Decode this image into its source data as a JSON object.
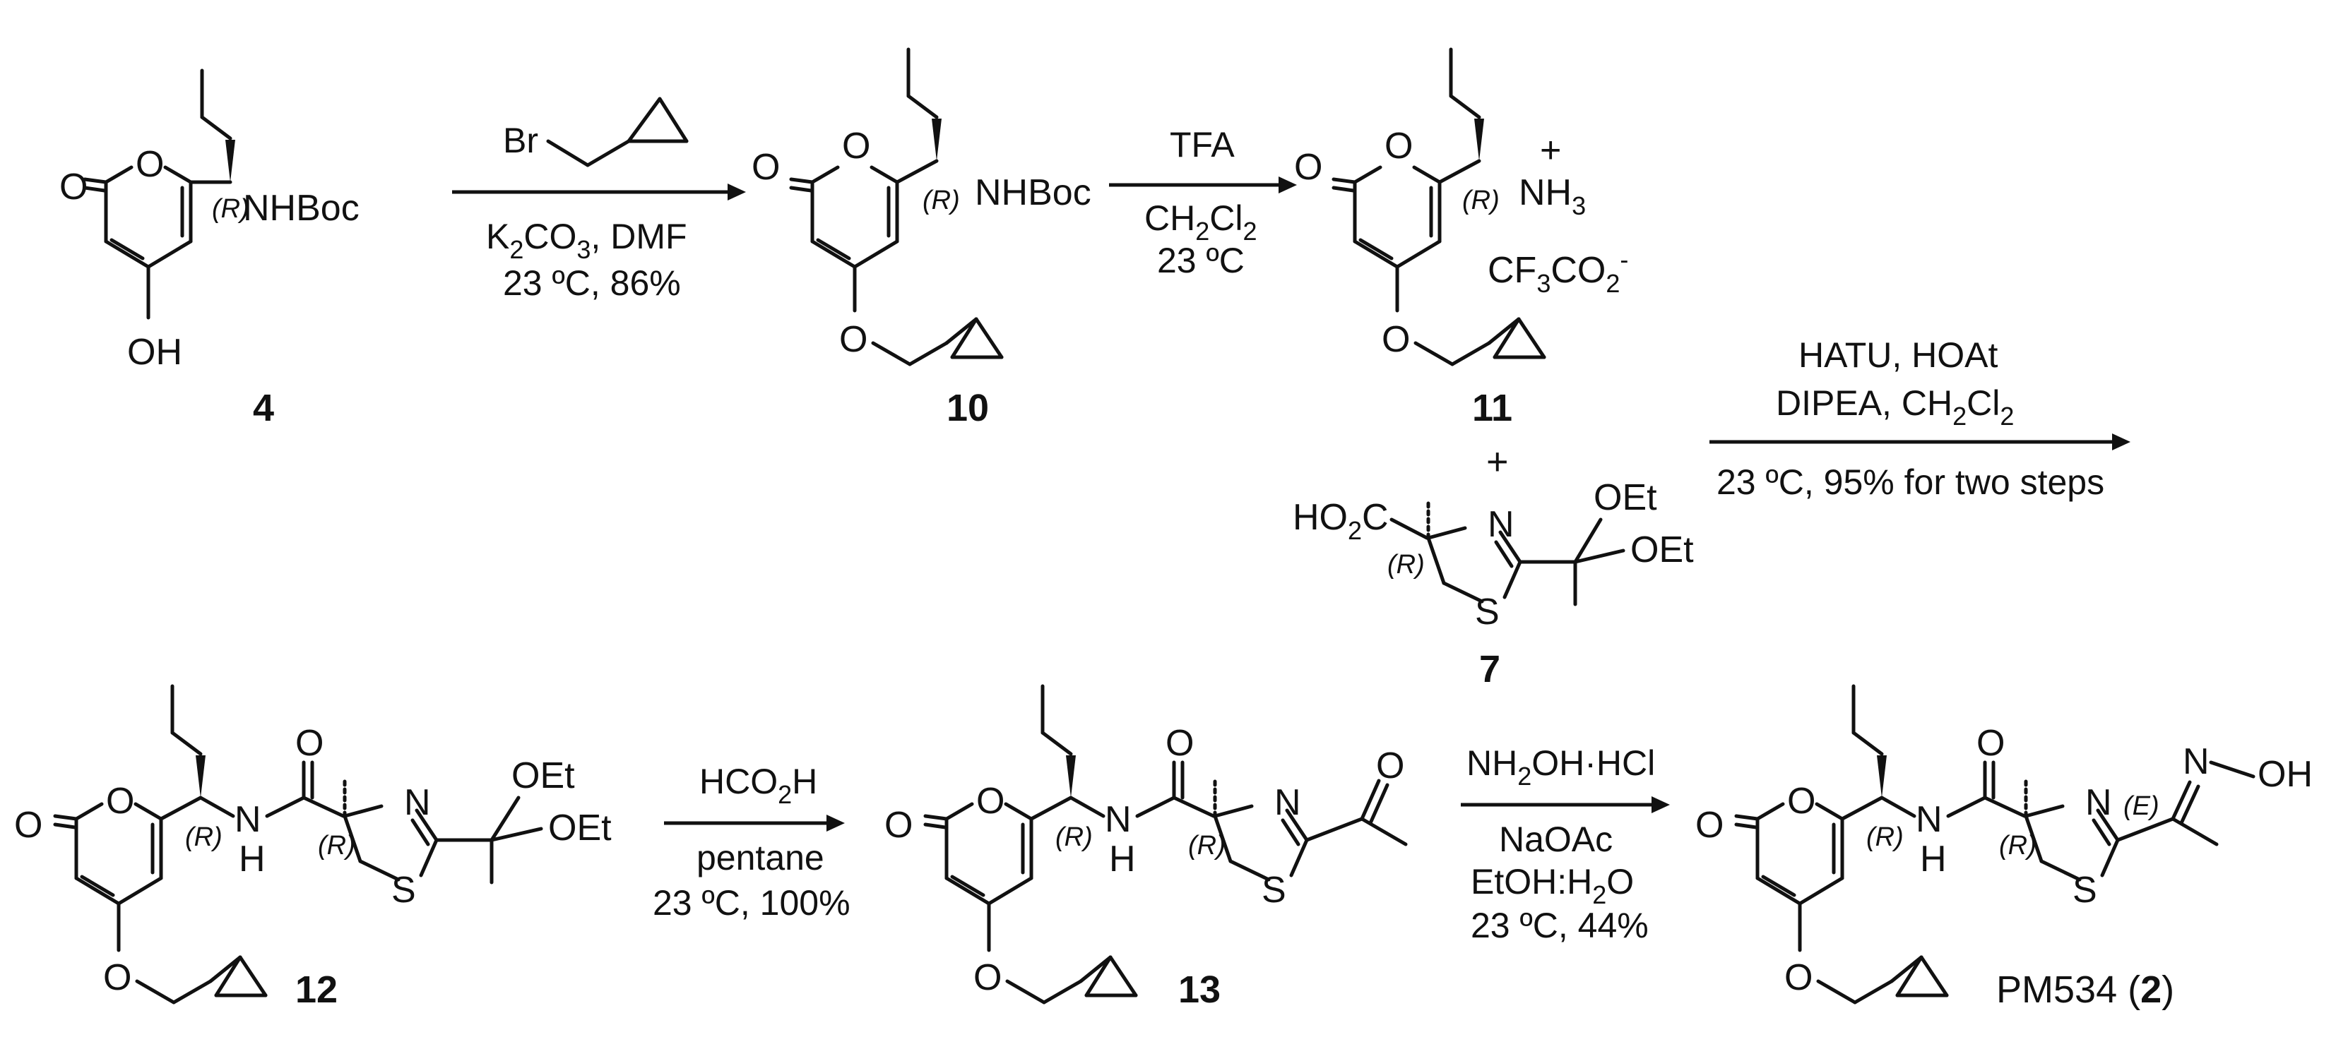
{
  "compounds": {
    "c4": {
      "number": "4",
      "amine": "NHBoc",
      "hydroxyl": "OH"
    },
    "c10": {
      "number": "10",
      "amine": "NHBoc"
    },
    "c11": {
      "number": "11",
      "ammonium": "NH",
      "ammonium_sub": "3",
      "charge": "+",
      "counterion": "CF",
      "counterion_sub1": "3",
      "counterion_mid": "CO",
      "counterion_sub2": "2",
      "counterion_charge": "-"
    },
    "c7": {
      "number": "7",
      "acid": "HO",
      "acid_sub": "2",
      "acid_tail": "C",
      "n": "N",
      "s": "S",
      "oet1": "OEt",
      "oet2": "OEt"
    },
    "c12": {
      "number": "12",
      "oet1": "OEt",
      "oet2": "OEt"
    },
    "c13": {
      "number": "13"
    },
    "c2": {
      "name": "PM534 (",
      "number": "2",
      "name_close": ")",
      "oxime": "N",
      "oh": "OH",
      "e_label": "(E)"
    }
  },
  "common": {
    "ring_o": "O",
    "carbonyl_o": "O",
    "ether_o": "O",
    "stereo_r": "(R)",
    "amide_n": "N",
    "amide_h": "H",
    "amide_o": "O",
    "plus": "+"
  },
  "steps": [
    {
      "reagent_br": "Br",
      "line2": "K",
      "line2_sub": "2",
      "line2_mid": "CO",
      "line2_sub2": "3",
      "line2_tail": ", DMF",
      "line3": "23 ºC, 86%"
    },
    {
      "line1": "TFA",
      "line2a": "CH",
      "line2_sub": "2",
      "line2b": "Cl",
      "line2_sub2": "2",
      "line3": "23 ºC"
    },
    {
      "line1": "HATU, HOAt",
      "line2": "DIPEA, CH",
      "line2_sub": "2",
      "line2b": "Cl",
      "line2_sub2": "2",
      "line3": "23 ºC, 95% for two steps"
    },
    {
      "line1": "HCO",
      "line1_sub": "2",
      "line1_tail": "H",
      "line2": "pentane",
      "line3": "23 ºC, 100%"
    },
    {
      "line1": "NH",
      "line1_sub": "2",
      "line1_tail": "OH·HCl",
      "line2": "NaOAc",
      "line3": "EtOH:H",
      "line3_sub": "2",
      "line3_tail": "O",
      "line4": "23 ºC, 44%"
    }
  ]
}
